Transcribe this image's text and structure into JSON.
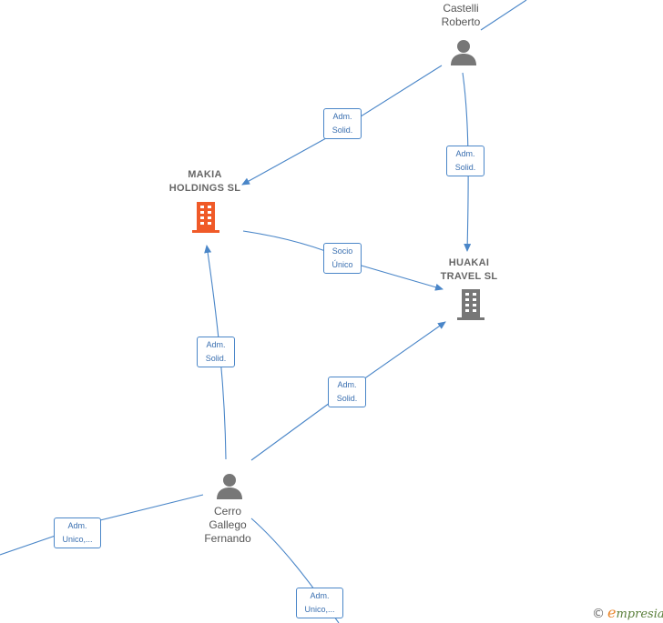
{
  "nodes": {
    "castelli": {
      "name_line1": "Castelli",
      "name_line2": "Roberto",
      "icon": "person-icon",
      "color": "#777777"
    },
    "makia": {
      "name_line1": "MAKIA",
      "name_line2": "HOLDINGS  SL",
      "icon": "building-icon",
      "color": "#f05a28"
    },
    "huakai": {
      "name_line1": "HUAKAI",
      "name_line2": "TRAVEL  SL",
      "icon": "building-icon",
      "color": "#777777"
    },
    "cerro": {
      "name_line1": "Cerro",
      "name_line2": "Gallego",
      "name_line3": "Fernando",
      "icon": "person-icon",
      "color": "#777777"
    }
  },
  "edges": {
    "castelli_makia": {
      "line1": "Adm.",
      "line2": "Solid."
    },
    "castelli_huakai": {
      "line1": "Adm.",
      "line2": "Solid."
    },
    "makia_huakai": {
      "line1": "Socio",
      "line2": "Único"
    },
    "cerro_makia": {
      "line1": "Adm.",
      "line2": "Solid."
    },
    "cerro_huakai": {
      "line1": "Adm.",
      "line2": "Solid."
    },
    "cerro_left": {
      "line1": "Adm.",
      "line2": "Unico,..."
    },
    "cerro_bottom": {
      "line1": "Adm.",
      "line2": "Unico,..."
    }
  },
  "colors": {
    "edge": "#4a86c8"
  },
  "brand": {
    "copyright": "©",
    "initial": "e",
    "rest": "mpresia"
  }
}
